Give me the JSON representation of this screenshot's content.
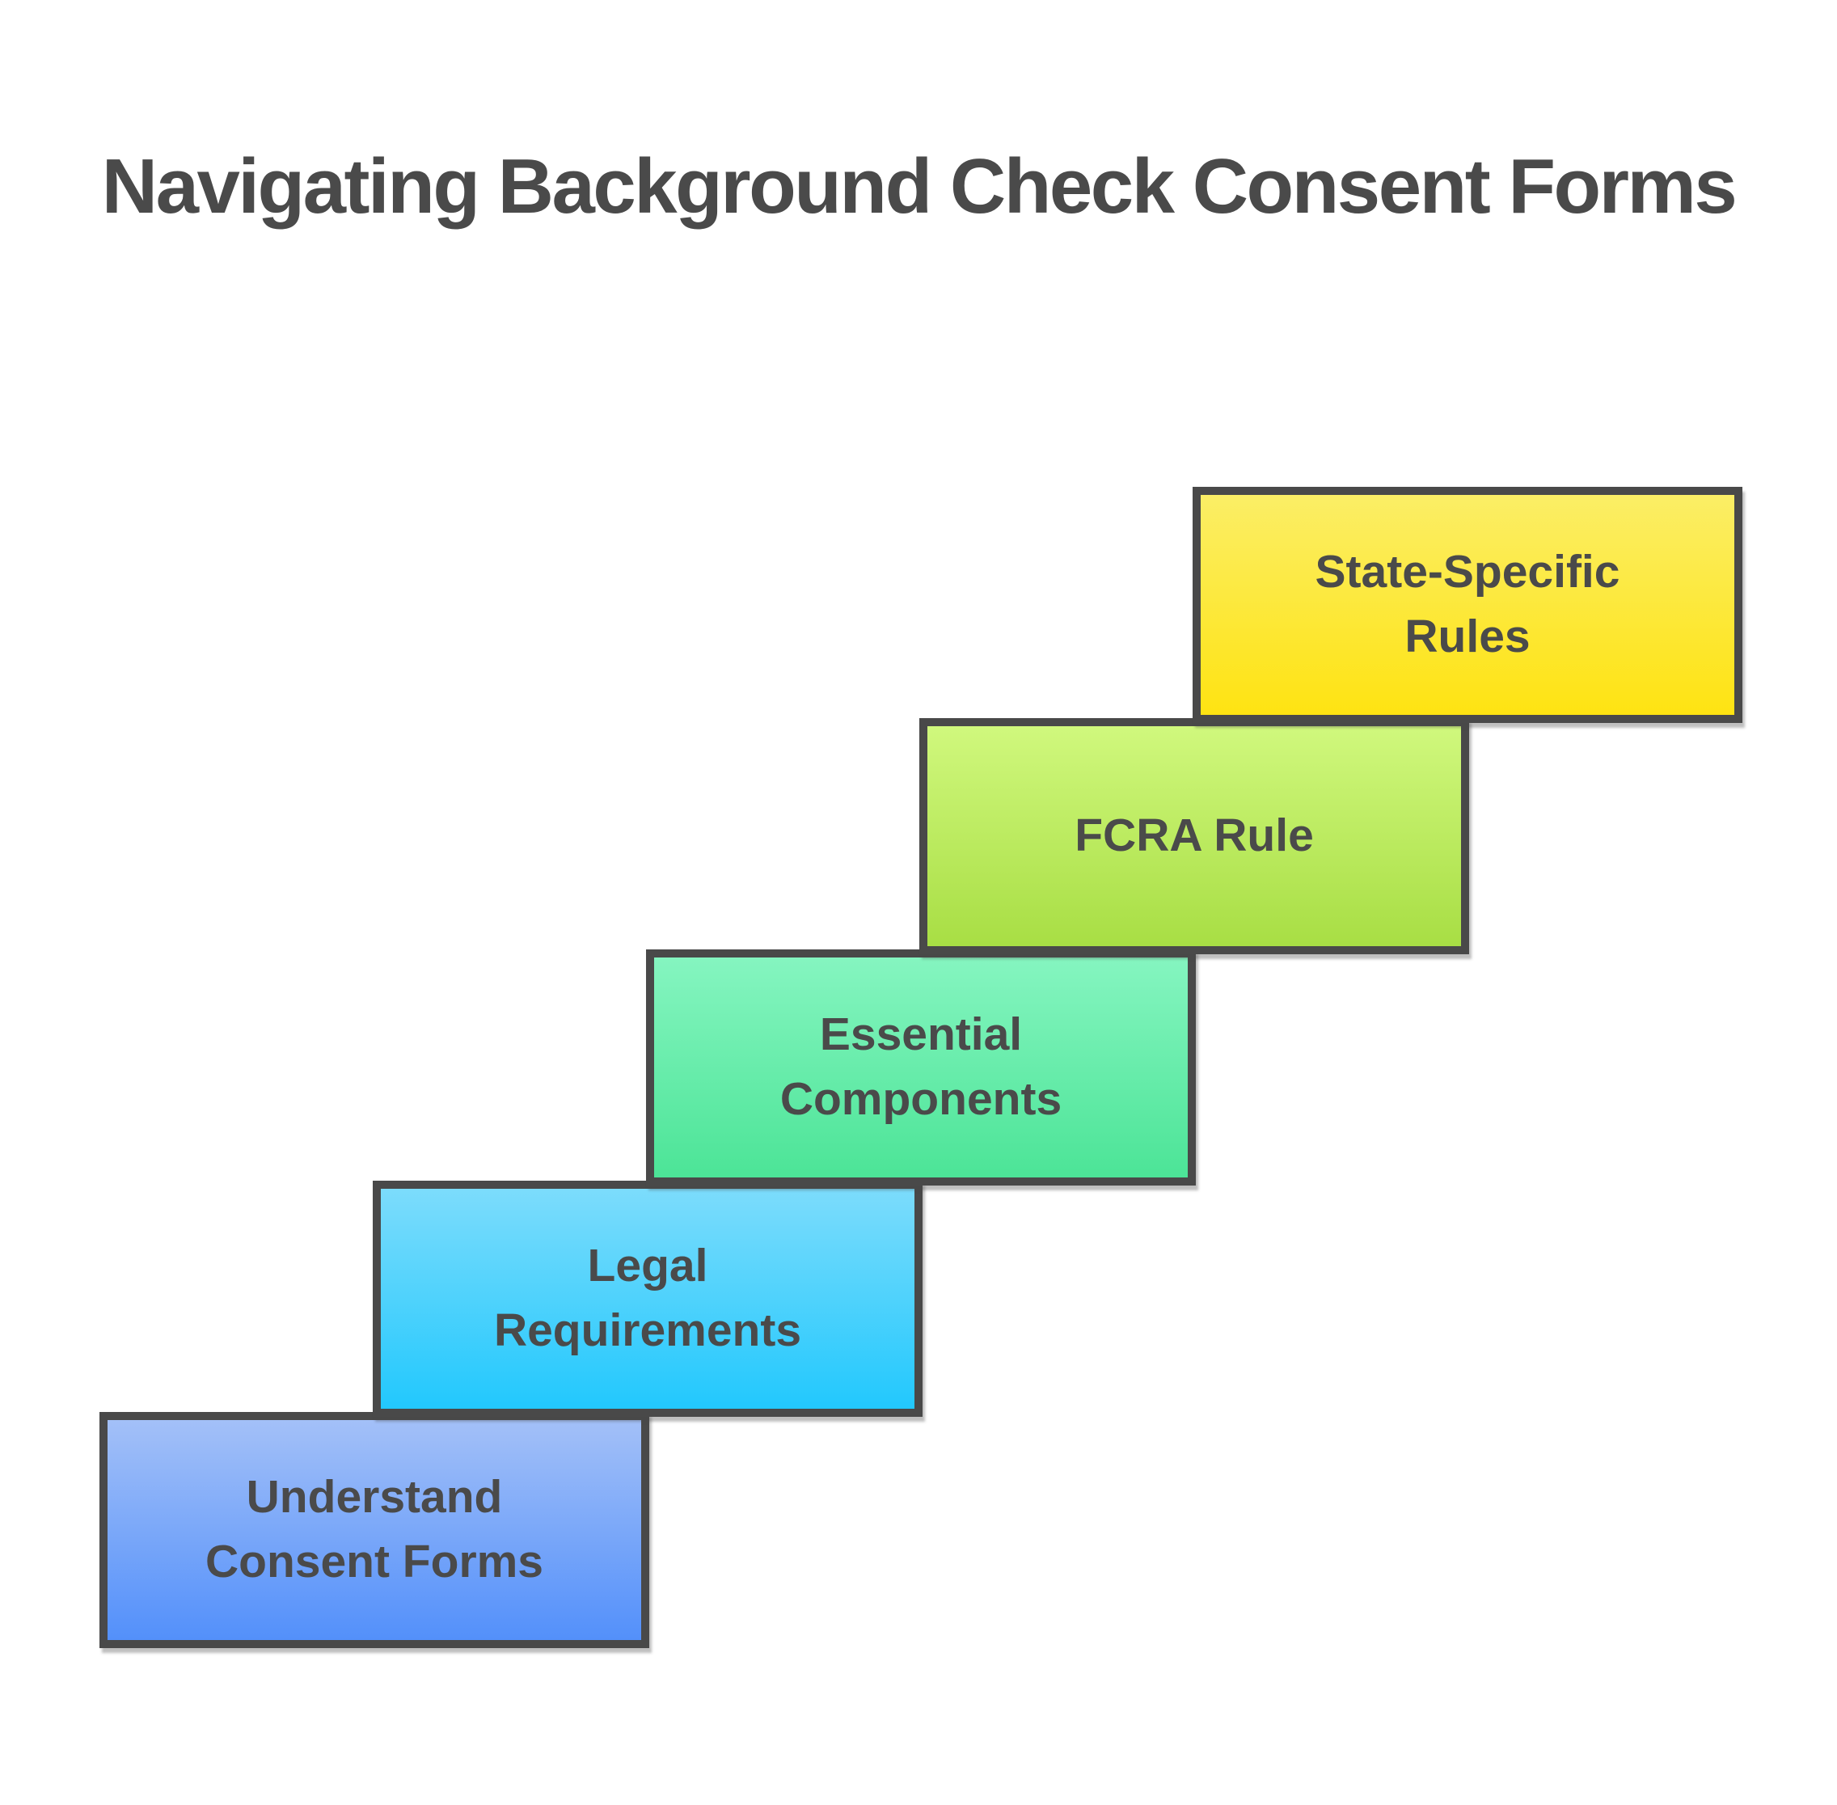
{
  "title": "Navigating Background Check Consent Forms",
  "colors": {
    "background": "#ffffff",
    "title_text": "#4a4a4a",
    "box_border": "#494949",
    "box_text": "#4a4a4a"
  },
  "steps": [
    {
      "label": "Understand Consent Forms",
      "lines": [
        "Understand",
        "Consent Forms"
      ],
      "gradient_top": "#a3c0f8",
      "gradient_bottom": "#5390fa"
    },
    {
      "label": "Legal Requirements",
      "lines": [
        "Legal",
        "Requirements"
      ],
      "gradient_top": "#7cdcfc",
      "gradient_bottom": "#22c8fd"
    },
    {
      "label": "Essential Components",
      "lines": [
        "Essential",
        "Components"
      ],
      "gradient_top": "#85f5c0",
      "gradient_bottom": "#4ce497"
    },
    {
      "label": "FCRA Rule",
      "lines": [
        "FCRA Rule"
      ],
      "gradient_top": "#d0f87d",
      "gradient_bottom": "#a8de44"
    },
    {
      "label": "State-Specific Rules",
      "lines": [
        "State-Specific",
        "Rules"
      ],
      "gradient_top": "#fbee66",
      "gradient_bottom": "#fee312"
    }
  ]
}
